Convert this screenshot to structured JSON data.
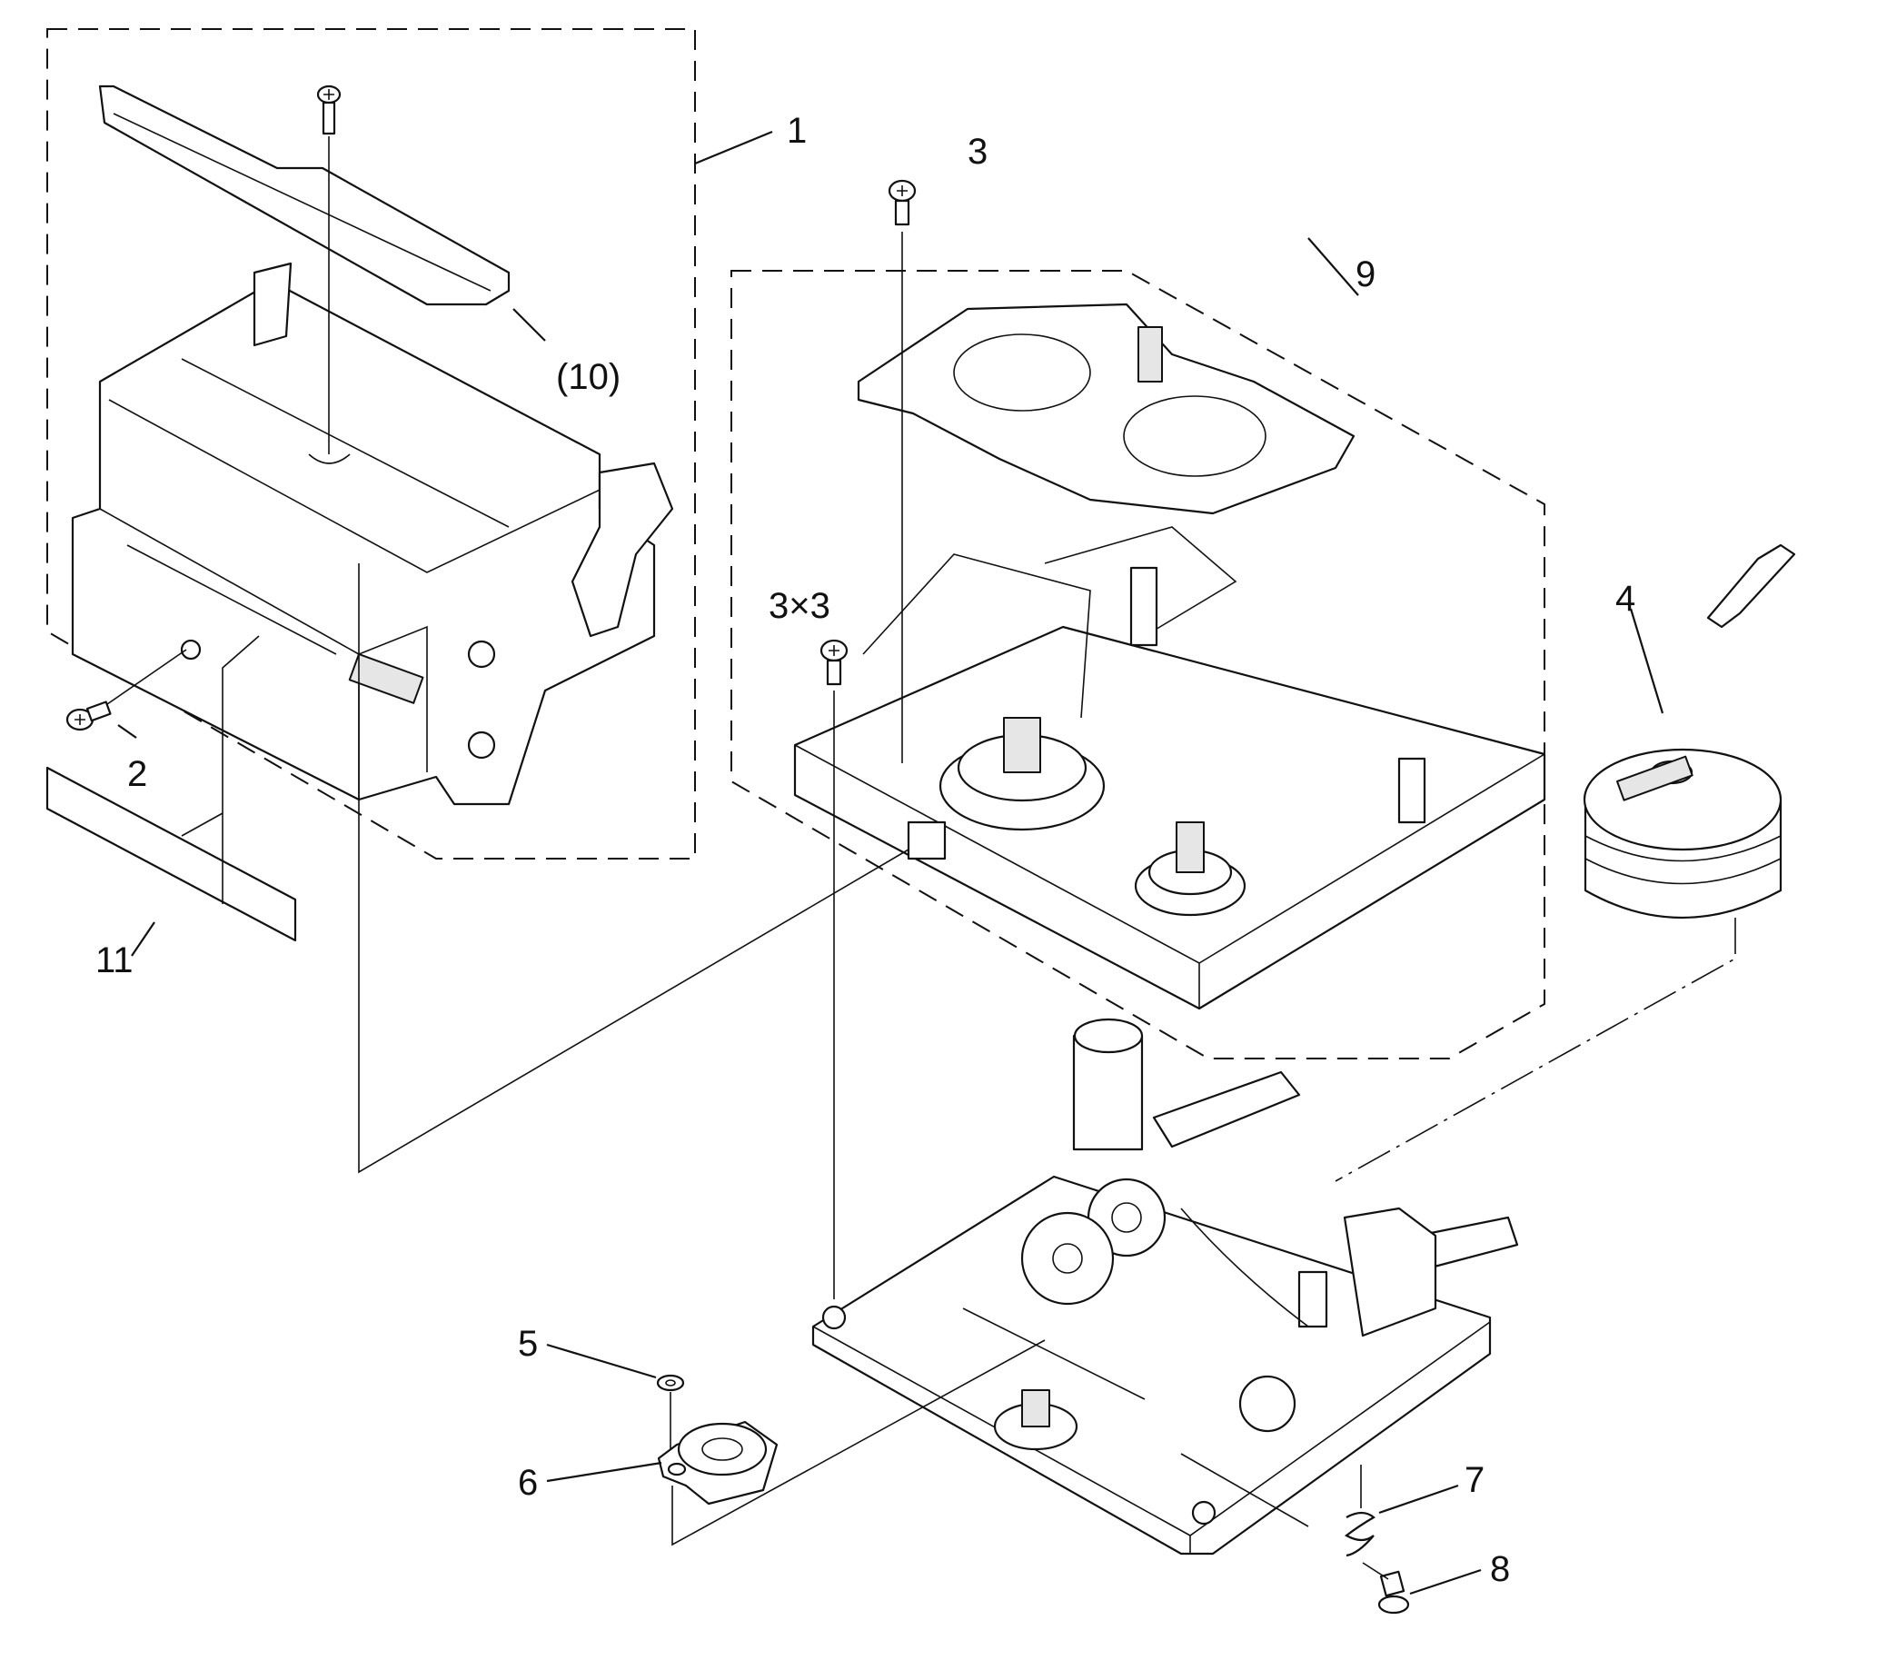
{
  "callouts": {
    "c1": "1",
    "c2": "2",
    "c3": "3",
    "c3x3": "3×3",
    "c4": "4",
    "c5": "5",
    "c6": "6",
    "c7": "7",
    "c8": "8",
    "c9": "9",
    "c10": "(10)",
    "c11": "11"
  }
}
